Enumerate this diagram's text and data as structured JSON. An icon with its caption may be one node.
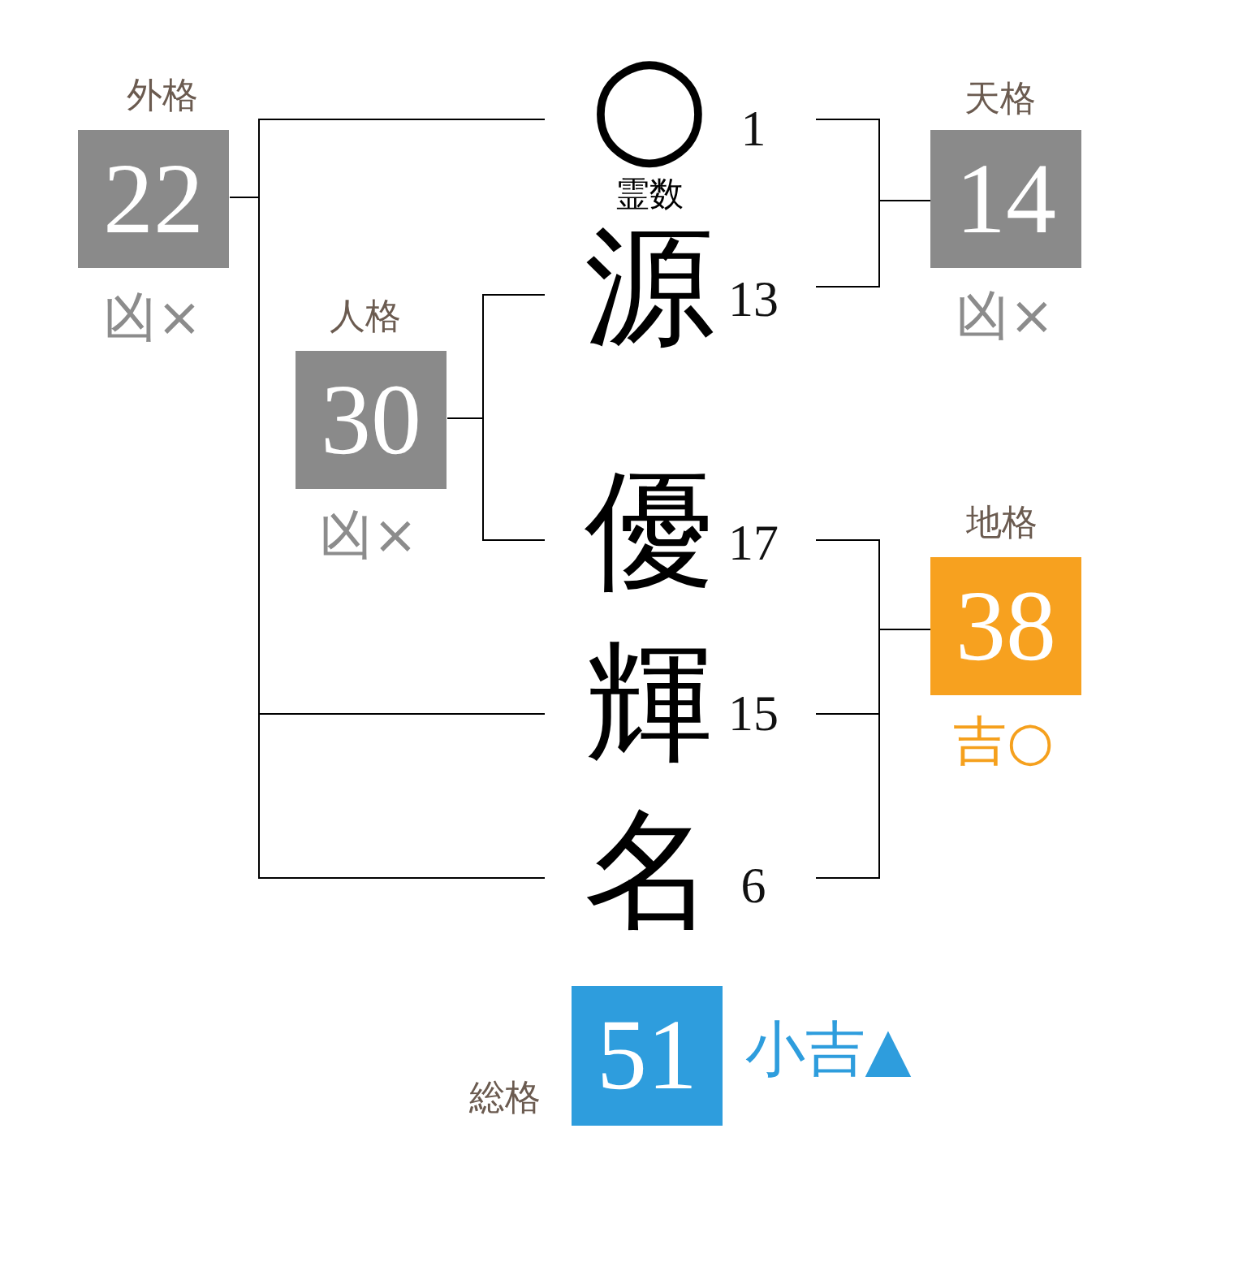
{
  "diagram": {
    "nodes": [
      {
        "text": [
          "外格",
          "22"
        ],
        "beside": [
          "凶×"
        ]
      },
      {
        "text": [
          "○"
        ],
        "beside": [
          "霊数",
          "1"
        ]
      },
      {
        "text": [
          "天格",
          "14"
        ],
        "beside": [
          "凶×"
        ]
      },
      {
        "text": [
          "源"
        ],
        "beside": [
          "13"
        ]
      },
      {
        "text": [
          "人格",
          "30"
        ],
        "beside": [
          "凶×"
        ]
      },
      {
        "text": [
          "優"
        ],
        "beside": [
          "17"
        ]
      },
      {
        "text": [
          "地格",
          "38"
        ],
        "beside": [
          "吉○"
        ]
      },
      {
        "text": [
          "輝"
        ],
        "beside": [
          "15"
        ]
      },
      {
        "text": [
          "名"
        ],
        "beside": [
          "6"
        ]
      },
      {
        "text": [
          "総格",
          "51"
        ],
        "beside": [
          "小吉▲"
        ]
      }
    ],
    "edges": [
      {
        "from": 1,
        "to": 0,
        "arrow": "none"
      },
      {
        "from": 7,
        "to": 0,
        "arrow": "none"
      },
      {
        "from": 8,
        "to": 0,
        "arrow": "none"
      },
      {
        "from": 1,
        "to": 2,
        "arrow": "none"
      },
      {
        "from": 3,
        "to": 2,
        "arrow": "none"
      },
      {
        "from": 3,
        "to": 4,
        "arrow": "none"
      },
      {
        "from": 5,
        "to": 4,
        "arrow": "none"
      },
      {
        "from": 5,
        "to": 6,
        "arrow": "none"
      },
      {
        "from": 7,
        "to": 6,
        "arrow": "none"
      },
      {
        "from": 8,
        "to": 6,
        "arrow": "none"
      }
    ]
  }
}
